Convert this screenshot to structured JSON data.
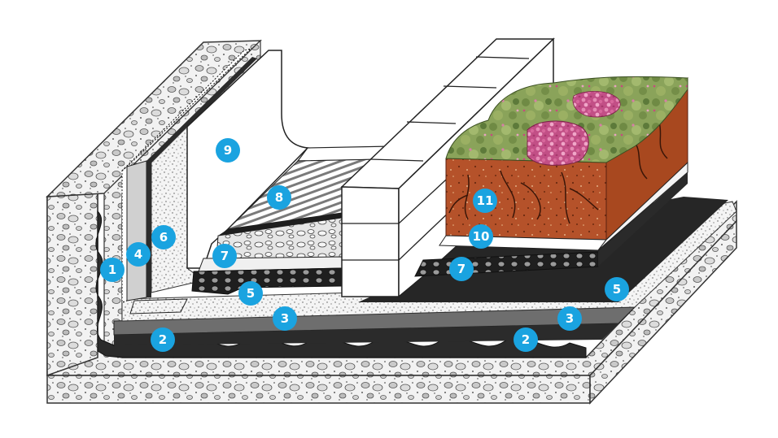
{
  "diagram": {
    "colors": {
      "concrete_fill": "#f2f2f2",
      "concrete_stroke": "#3a3a3a",
      "membrane_dark": "#2b2b2b",
      "membrane_band": "#6e6e6e",
      "insulation": "#e9e9e9",
      "soil": "#b5522a",
      "marker": "#1aa3e0",
      "plants_green": "#7e9a4e",
      "plants_pink": "#c9487e"
    },
    "markers": [
      {
        "id": "marker-1",
        "label": "1"
      },
      {
        "id": "marker-2-left",
        "label": "2"
      },
      {
        "id": "marker-2-right",
        "label": "2"
      },
      {
        "id": "marker-3-left",
        "label": "3"
      },
      {
        "id": "marker-3-right",
        "label": "3"
      },
      {
        "id": "marker-4",
        "label": "4"
      },
      {
        "id": "marker-5-left",
        "label": "5"
      },
      {
        "id": "marker-5-right",
        "label": "5"
      },
      {
        "id": "marker-6",
        "label": "6"
      },
      {
        "id": "marker-7-left",
        "label": "7"
      },
      {
        "id": "marker-7-right",
        "label": "7"
      },
      {
        "id": "marker-8",
        "label": "8"
      },
      {
        "id": "marker-9",
        "label": "9"
      },
      {
        "id": "marker-10",
        "label": "10"
      },
      {
        "id": "marker-11",
        "label": "11"
      }
    ]
  }
}
